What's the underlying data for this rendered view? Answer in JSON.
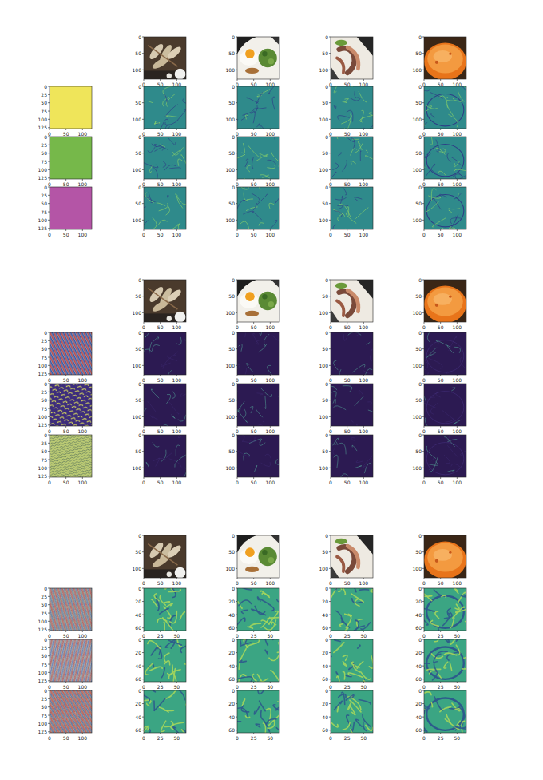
{
  "diagram": {
    "labels": [
      "0",
      "50",
      "100",
      "0",
      "50",
      "100",
      "0",
      "50",
      "100",
      "0",
      "50",
      "100",
      "0",
      "50",
      "100",
      "0",
      "50",
      "100",
      "0",
      "50",
      "100",
      "0",
      "50",
      "100",
      "0",
      "25",
      "50",
      "75",
      "100",
      "125",
      "0",
      "50",
      "100",
      "0",
      "50",
      "100",
      "0",
      "50",
      "100",
      "0",
      "50",
      "100",
      "0",
      "50",
      "100",
      "0",
      "50",
      "100",
      "0",
      "50",
      "100",
      "0",
      "50",
      "100",
      "0",
      "50",
      "100",
      "0",
      "25",
      "50",
      "75",
      "100",
      "125",
      "0",
      "50",
      "100",
      "0",
      "50",
      "100",
      "0",
      "50",
      "100",
      "0",
      "50",
      "100",
      "0",
      "50",
      "100",
      "0",
      "50",
      "100",
      "0",
      "50",
      "100",
      "0",
      "50",
      "100",
      "0",
      "50",
      "100",
      "0",
      "25",
      "50",
      "75",
      "100",
      "125",
      "0",
      "50",
      "100",
      "0",
      "50",
      "100",
      "0",
      "50",
      "100",
      "0",
      "50",
      "100",
      "0",
      "50",
      "100",
      "0",
      "50",
      "100",
      "0",
      "50",
      "100",
      "0",
      "50",
      "100",
      "0",
      "50",
      "100",
      "0",
      "50",
      "100",
      "0",
      "50",
      "100",
      "0",
      "50",
      "100",
      "0",
      "50",
      "100",
      "0",
      "50",
      "100",
      "0",
      "50",
      "100",
      "0",
      "50",
      "100",
      "0",
      "50",
      "100",
      "0",
      "25",
      "50",
      "75",
      "100",
      "125",
      "0",
      "50",
      "100",
      "0",
      "50",
      "100",
      "0",
      "50",
      "100",
      "0",
      "50",
      "100",
      "0",
      "50",
      "100",
      "0",
      "50",
      "100",
      "0",
      "50",
      "100",
      "0",
      "50",
      "100",
      "0",
      "50",
      "100",
      "0",
      "25",
      "50",
      "75",
      "100",
      "125",
      "0",
      "50",
      "100",
      "0",
      "50",
      "100",
      "0",
      "50",
      "100",
      "0",
      "50",
      "100",
      "0",
      "50",
      "100",
      "0",
      "50",
      "100",
      "0",
      "50",
      "100",
      "0",
      "50",
      "100",
      "0",
      "50",
      "100",
      "0",
      "25",
      "50",
      "75",
      "100",
      "125",
      "0",
      "50",
      "100",
      "0",
      "50",
      "100",
      "0",
      "50",
      "100",
      "0",
      "50",
      "100",
      "0",
      "50",
      "100",
      "0",
      "50",
      "100",
      "0",
      "50",
      "100",
      "0",
      "50",
      "100",
      "0",
      "50",
      "100",
      "0",
      "50",
      "100",
      "0",
      "50",
      "100",
      "0",
      "50",
      "100",
      "0",
      "50",
      "100",
      "0",
      "50",
      "100",
      "0",
      "50",
      "100",
      "0",
      "50",
      "100",
      "0",
      "50",
      "100",
      "0",
      "25",
      "50",
      "75",
      "100",
      "125",
      "0",
      "50",
      "100",
      "0",
      "20",
      "40",
      "60",
      "0",
      "25",
      "50",
      "0",
      "20",
      "40",
      "60",
      "0",
      "25",
      "50",
      "0",
      "20",
      "40",
      "60",
      "0",
      "25",
      "50",
      "0",
      "20",
      "40",
      "60",
      "0",
      "25",
      "50",
      "0",
      "25",
      "50",
      "75",
      "100",
      "125",
      "0",
      "50",
      "100",
      "0",
      "20",
      "40",
      "60",
      "0",
      "25",
      "50",
      "0",
      "20",
      "40",
      "60",
      "0",
      "25",
      "50",
      "0",
      "20",
      "40",
      "60",
      "0",
      "25",
      "50",
      "0",
      "20",
      "40",
      "60",
      "0",
      "25",
      "50",
      "0",
      "25",
      "50",
      "75",
      "100",
      "125",
      "0",
      "50",
      "100",
      "0",
      "20",
      "40",
      "60",
      "0",
      "25",
      "50",
      "0",
      "20",
      "40",
      "60",
      "0",
      "25",
      "50",
      "0",
      "20",
      "40",
      "60",
      "0",
      "25",
      "50",
      "0",
      "20",
      "40",
      "60",
      "0",
      "25",
      "50"
    ]
  }
}
